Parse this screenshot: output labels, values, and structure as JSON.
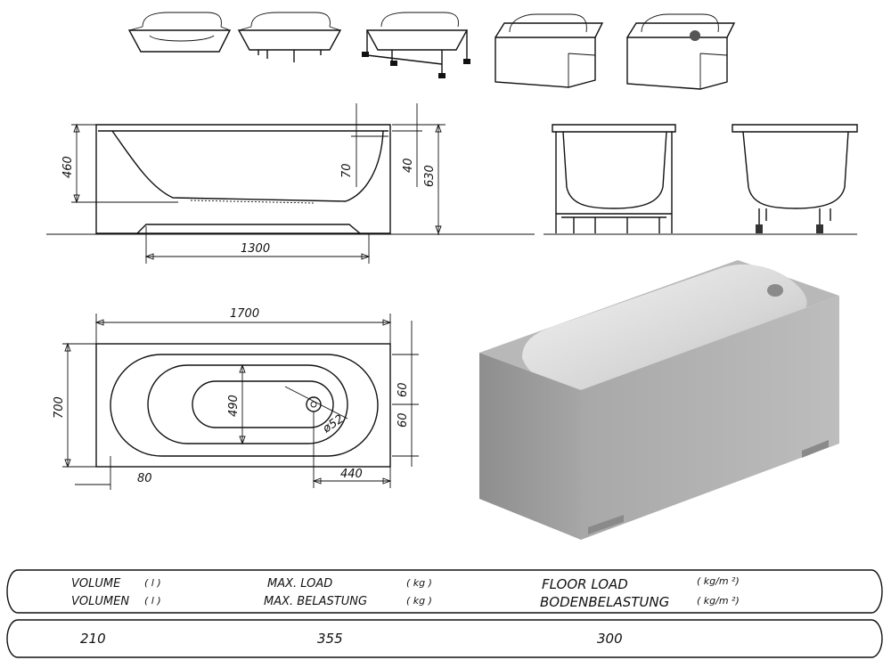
{
  "dimensions": {
    "height_inner": "460",
    "depth_70": "70",
    "rim_40": "40",
    "height_total": "630",
    "bottom_length": "1300",
    "length": "1700",
    "width": "700",
    "inner_width": "490",
    "edge_60_a": "60",
    "edge_60_b": "60",
    "offset_80": "80",
    "drain_offset": "440",
    "drain_diameter": "ø52"
  },
  "table": {
    "volume_en": "VOLUME",
    "volume_de": "VOLUMEN",
    "volume_unit": "( l )",
    "load_en": "MAX. LOAD",
    "load_de": "MAX. BELASTUNG",
    "load_unit": "( kg )",
    "floor_en": "FLOOR LOAD",
    "floor_de": "BODENBELASTUNG",
    "floor_unit": "( kg/m ²)",
    "volume_value": "210",
    "load_value": "355",
    "floor_value": "300"
  },
  "colors": {
    "line": "#111111",
    "tub_panel": "#9a9a9a",
    "tub_inner": "#dcdcdc"
  }
}
